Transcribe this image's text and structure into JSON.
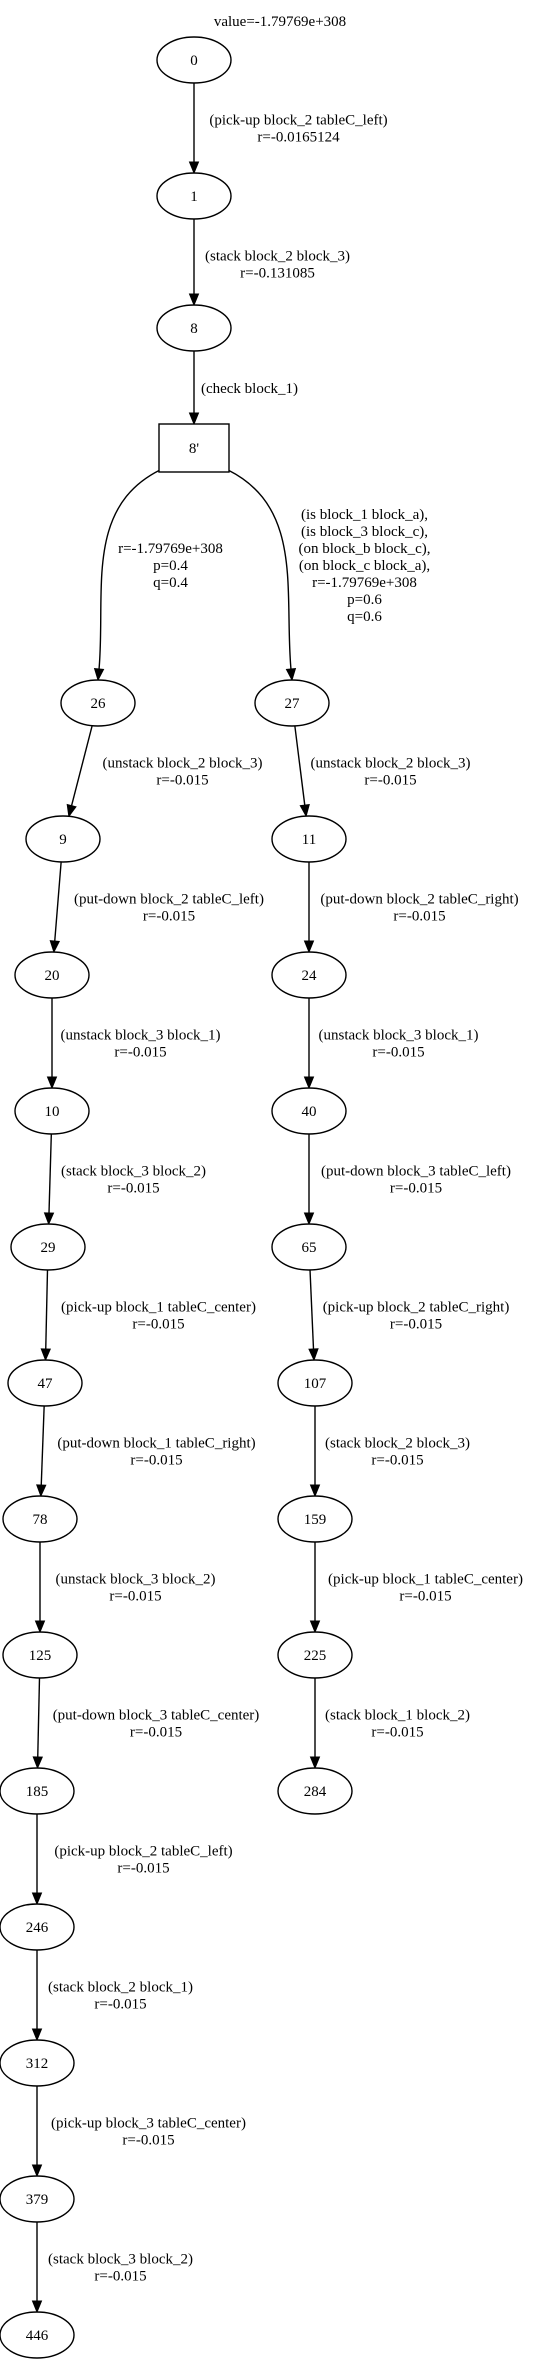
{
  "title": "value=-1.79769e+308",
  "nodes": [
    {
      "id": "0",
      "shape": "ellipse"
    },
    {
      "id": "1",
      "shape": "ellipse"
    },
    {
      "id": "8",
      "shape": "ellipse"
    },
    {
      "id": "8'",
      "shape": "box"
    },
    {
      "id": "26",
      "shape": "ellipse"
    },
    {
      "id": "27",
      "shape": "ellipse"
    },
    {
      "id": "9",
      "shape": "ellipse"
    },
    {
      "id": "11",
      "shape": "ellipse"
    },
    {
      "id": "20",
      "shape": "ellipse"
    },
    {
      "id": "24",
      "shape": "ellipse"
    },
    {
      "id": "10",
      "shape": "ellipse"
    },
    {
      "id": "40",
      "shape": "ellipse"
    },
    {
      "id": "29",
      "shape": "ellipse"
    },
    {
      "id": "65",
      "shape": "ellipse"
    },
    {
      "id": "47",
      "shape": "ellipse"
    },
    {
      "id": "107",
      "shape": "ellipse"
    },
    {
      "id": "78",
      "shape": "ellipse"
    },
    {
      "id": "159",
      "shape": "ellipse"
    },
    {
      "id": "125",
      "shape": "ellipse"
    },
    {
      "id": "225",
      "shape": "ellipse"
    },
    {
      "id": "185",
      "shape": "ellipse"
    },
    {
      "id": "284",
      "shape": "ellipse"
    },
    {
      "id": "246",
      "shape": "ellipse"
    },
    {
      "id": "312",
      "shape": "ellipse"
    },
    {
      "id": "379",
      "shape": "ellipse"
    },
    {
      "id": "446",
      "shape": "ellipse"
    }
  ],
  "edges": [
    {
      "from": "0",
      "to": "1",
      "label": [
        "(pick-up block_2 tableC_left)",
        "r=-0.0165124"
      ]
    },
    {
      "from": "1",
      "to": "8",
      "label": [
        "(stack block_2 block_3)",
        "r=-0.131085"
      ]
    },
    {
      "from": "8",
      "to": "8'",
      "label": [
        "(check block_1)"
      ]
    },
    {
      "from": "8'",
      "to": "26",
      "label": [
        "r=-1.79769e+308",
        "p=0.4",
        "q=0.4"
      ]
    },
    {
      "from": "8'",
      "to": "27",
      "label": [
        "(is block_1 block_a),",
        "(is block_3 block_c),",
        "(on block_b block_c),",
        "(on block_c block_a),",
        "r=-1.79769e+308",
        "p=0.6",
        "q=0.6"
      ]
    },
    {
      "from": "26",
      "to": "9",
      "label": [
        "(unstack block_2 block_3)",
        "r=-0.015"
      ]
    },
    {
      "from": "27",
      "to": "11",
      "label": [
        "(unstack block_2 block_3)",
        "r=-0.015"
      ]
    },
    {
      "from": "9",
      "to": "20",
      "label": [
        "(put-down block_2 tableC_left)",
        "r=-0.015"
      ]
    },
    {
      "from": "11",
      "to": "24",
      "label": [
        "(put-down block_2 tableC_right)",
        "r=-0.015"
      ]
    },
    {
      "from": "20",
      "to": "10",
      "label": [
        "(unstack block_3 block_1)",
        "r=-0.015"
      ]
    },
    {
      "from": "24",
      "to": "40",
      "label": [
        "(unstack block_3 block_1)",
        "r=-0.015"
      ]
    },
    {
      "from": "10",
      "to": "29",
      "label": [
        "(stack block_3 block_2)",
        "r=-0.015"
      ]
    },
    {
      "from": "40",
      "to": "65",
      "label": [
        "(put-down block_3 tableC_left)",
        "r=-0.015"
      ]
    },
    {
      "from": "29",
      "to": "47",
      "label": [
        "(pick-up block_1 tableC_center)",
        "r=-0.015"
      ]
    },
    {
      "from": "65",
      "to": "107",
      "label": [
        "(pick-up block_2 tableC_right)",
        "r=-0.015"
      ]
    },
    {
      "from": "47",
      "to": "78",
      "label": [
        "(put-down block_1 tableC_right)",
        "r=-0.015"
      ]
    },
    {
      "from": "107",
      "to": "159",
      "label": [
        "(stack block_2 block_3)",
        "r=-0.015"
      ]
    },
    {
      "from": "78",
      "to": "125",
      "label": [
        "(unstack block_3 block_2)",
        "r=-0.015"
      ]
    },
    {
      "from": "159",
      "to": "225",
      "label": [
        "(pick-up block_1 tableC_center)",
        "r=-0.015"
      ]
    },
    {
      "from": "125",
      "to": "185",
      "label": [
        "(put-down block_3 tableC_center)",
        "r=-0.015"
      ]
    },
    {
      "from": "225",
      "to": "284",
      "label": [
        "(stack block_1 block_2)",
        "r=-0.015"
      ]
    },
    {
      "from": "185",
      "to": "246",
      "label": [
        "(pick-up block_2 tableC_left)",
        "r=-0.015"
      ]
    },
    {
      "from": "246",
      "to": "312",
      "label": [
        "(stack block_2 block_1)",
        "r=-0.015"
      ]
    },
    {
      "from": "312",
      "to": "379",
      "label": [
        "(pick-up block_3 tableC_center)",
        "r=-0.015"
      ]
    },
    {
      "from": "379",
      "to": "446",
      "label": [
        "(stack block_3 block_2)",
        "r=-0.015"
      ]
    }
  ]
}
